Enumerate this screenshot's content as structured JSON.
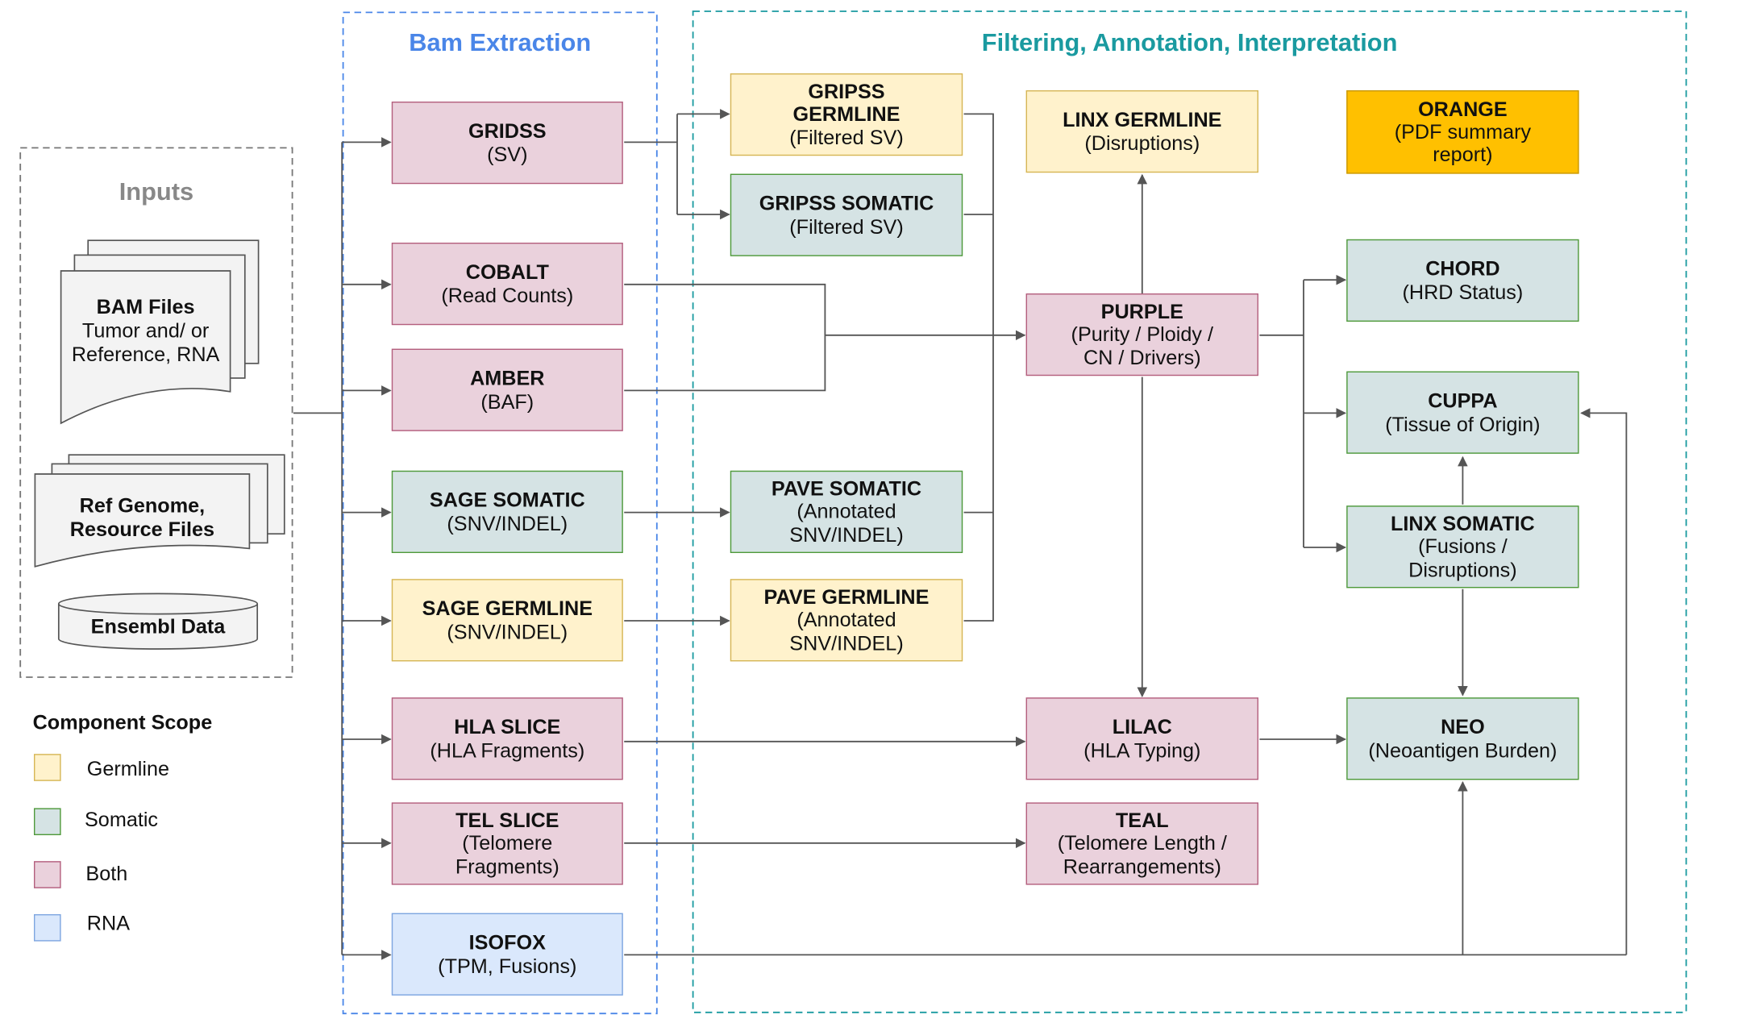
{
  "regions": {
    "inputs": "Inputs",
    "bam": "Bam Extraction",
    "filter": "Filtering, Annotation, Interpretation"
  },
  "inputs": {
    "bam_title": "BAM Files",
    "bam_sub": "Tumor and/ or Reference, RNA",
    "ref": "Ref Genome, Resource Files",
    "ensembl": "Ensembl Data"
  },
  "nodes": {
    "gridss": {
      "t": "GRIDSS",
      "s": "(SV)"
    },
    "cobalt": {
      "t": "COBALT",
      "s": "(Read Counts)"
    },
    "amber": {
      "t": "AMBER",
      "s": "(BAF)"
    },
    "sage_somatic": {
      "t": "SAGE SOMATIC",
      "s": "(SNV/INDEL)"
    },
    "sage_germline": {
      "t": "SAGE GERMLINE",
      "s": "(SNV/INDEL)"
    },
    "hla_slice": {
      "t": "HLA SLICE",
      "s": "(HLA Fragments)"
    },
    "tel_slice": {
      "t": "TEL SLICE",
      "s": "(Telomere Fragments)"
    },
    "isofox": {
      "t": "ISOFOX",
      "s": "(TPM, Fusions)"
    },
    "gripss_germline": {
      "t": "GRIPSS GERMLINE",
      "s": "(Filtered SV)"
    },
    "gripss_somatic": {
      "t": "GRIPSS SOMATIC",
      "s": "(Filtered SV)"
    },
    "pave_somatic": {
      "t": "PAVE SOMATIC",
      "s": "(Annotated SNV/INDEL)"
    },
    "pave_germline": {
      "t": "PAVE GERMLINE",
      "s": "(Annotated SNV/INDEL)"
    },
    "linx_germline": {
      "t": "LINX GERMLINE",
      "s": "(Disruptions)"
    },
    "purple": {
      "t": "PURPLE",
      "s": "(Purity / Ploidy / CN / Drivers)"
    },
    "lilac": {
      "t": "LILAC",
      "s": "(HLA Typing)"
    },
    "teal": {
      "t": "TEAL",
      "s": "(Telomere Length / Rearrangements)"
    },
    "orange": {
      "t": "ORANGE",
      "s": "(PDF summary report)"
    },
    "chord": {
      "t": "CHORD",
      "s": "(HRD Status)"
    },
    "cuppa": {
      "t": "CUPPA",
      "s": "(Tissue of Origin)"
    },
    "linx_somatic": {
      "t": "LINX SOMATIC",
      "s": "(Fusions / Disruptions)"
    },
    "neo": {
      "t": "NEO",
      "s": "(Neoantigen Burden)"
    }
  },
  "legend": {
    "title": "Component Scope",
    "items": [
      {
        "label": "Germline",
        "fill": "#fff2cc",
        "stroke": "#d6b656"
      },
      {
        "label": "Somatic",
        "fill": "#d5e3e4",
        "stroke": "#4f9a3a"
      },
      {
        "label": "Both",
        "fill": "#ead1dc",
        "stroke": "#b45f7e"
      },
      {
        "label": "RNA",
        "fill": "#dae8fc",
        "stroke": "#7ea6e0"
      }
    ]
  },
  "colors": {
    "bam_title": "#4a86e8",
    "filter_title": "#1a9aa0",
    "inputs_title": "#888888",
    "connector": "#555555"
  }
}
